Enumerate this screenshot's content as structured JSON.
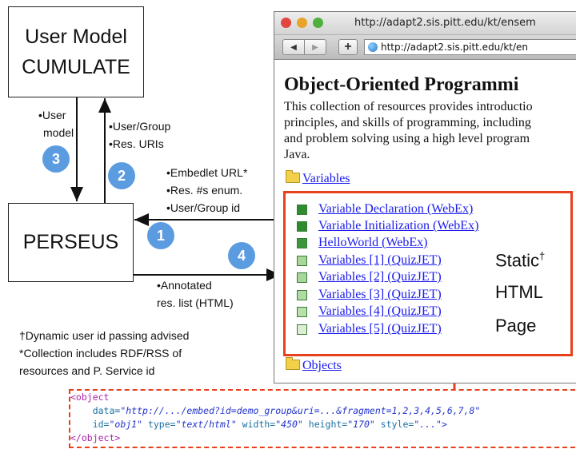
{
  "user_model": {
    "line1": "User Model",
    "line2": "CUMULATE"
  },
  "perseus": {
    "label": "PERSEUS"
  },
  "steps": {
    "s1": "1",
    "s2": "2",
    "s3": "3",
    "s4": "4"
  },
  "labels": {
    "user_model_a": "•User",
    "user_model_b": "model",
    "usergroup_a": "•User/Group",
    "usergroup_b": "•Res. URIs",
    "embed_a": "•Embedlet URL*",
    "embed_b": "•Res. #s enum.",
    "embed_c": "•User/Group id",
    "annot_a": "•Annotated",
    "annot_b": "res. list (HTML)"
  },
  "footnotes": {
    "f1": "†Dynamic user id passing advised",
    "f2": "*Collection includes RDF/RSS of",
    "f3": "resources and P. Service id"
  },
  "browser": {
    "window_title": "http://adapt2.sis.pitt.edu/kt/ensem",
    "address": "http://adapt2.sis.pitt.edu/kt/en",
    "back": "◀",
    "forward": "▶",
    "add": "+",
    "heading": "Object-Oriented Programmi",
    "desc": [
      "This collection of resources provides introductio",
      "principles, and skills of programming, including",
      "and problem solving using a high level program",
      "Java."
    ],
    "folder_variables": "Variables",
    "folder_objects": "Objects"
  },
  "resources": [
    {
      "label": "Variable Declaration (WebEx)",
      "color": "#2e8b2e"
    },
    {
      "label": "Variable Initialization (WebEx)",
      "color": "#2e8b2e"
    },
    {
      "label": "HelloWorld (WebEx)",
      "color": "#3c963c"
    },
    {
      "label": "Variables [1] (QuizJET)",
      "color": "#a9d79a"
    },
    {
      "label": "Variables [2] (QuizJET)",
      "color": "#a9d79a"
    },
    {
      "label": "Variables [3] (QuizJET)",
      "color": "#aedb9f"
    },
    {
      "label": "Variables [4] (QuizJET)",
      "color": "#b8e0ab"
    },
    {
      "label": "Variables [5] (QuizJET)",
      "color": "#dcefd4"
    }
  ],
  "static_label": {
    "l1": "Static",
    "dagger": "†",
    "l2": "HTML",
    "l3": "Page"
  },
  "code": {
    "open": "<object",
    "data_attr": "data=",
    "data_val": "\"http://.../embed?id=demo_group&uri=...&fragment=1,2,3,4,5,6,7,8\"",
    "id_attr": "id=",
    "id_val": "\"obj1\"",
    "type_attr": " type=",
    "type_val": "\"text/html\"",
    "width_attr": " width=",
    "width_val": "\"450\"",
    "height_attr": " height=",
    "height_val": "\"170\"",
    "style_attr": " style=",
    "style_val": "\"...\">",
    "close": "</object>"
  },
  "colors": {
    "step_circle": "#5b9be0",
    "highlight_border": "#e8401a"
  }
}
